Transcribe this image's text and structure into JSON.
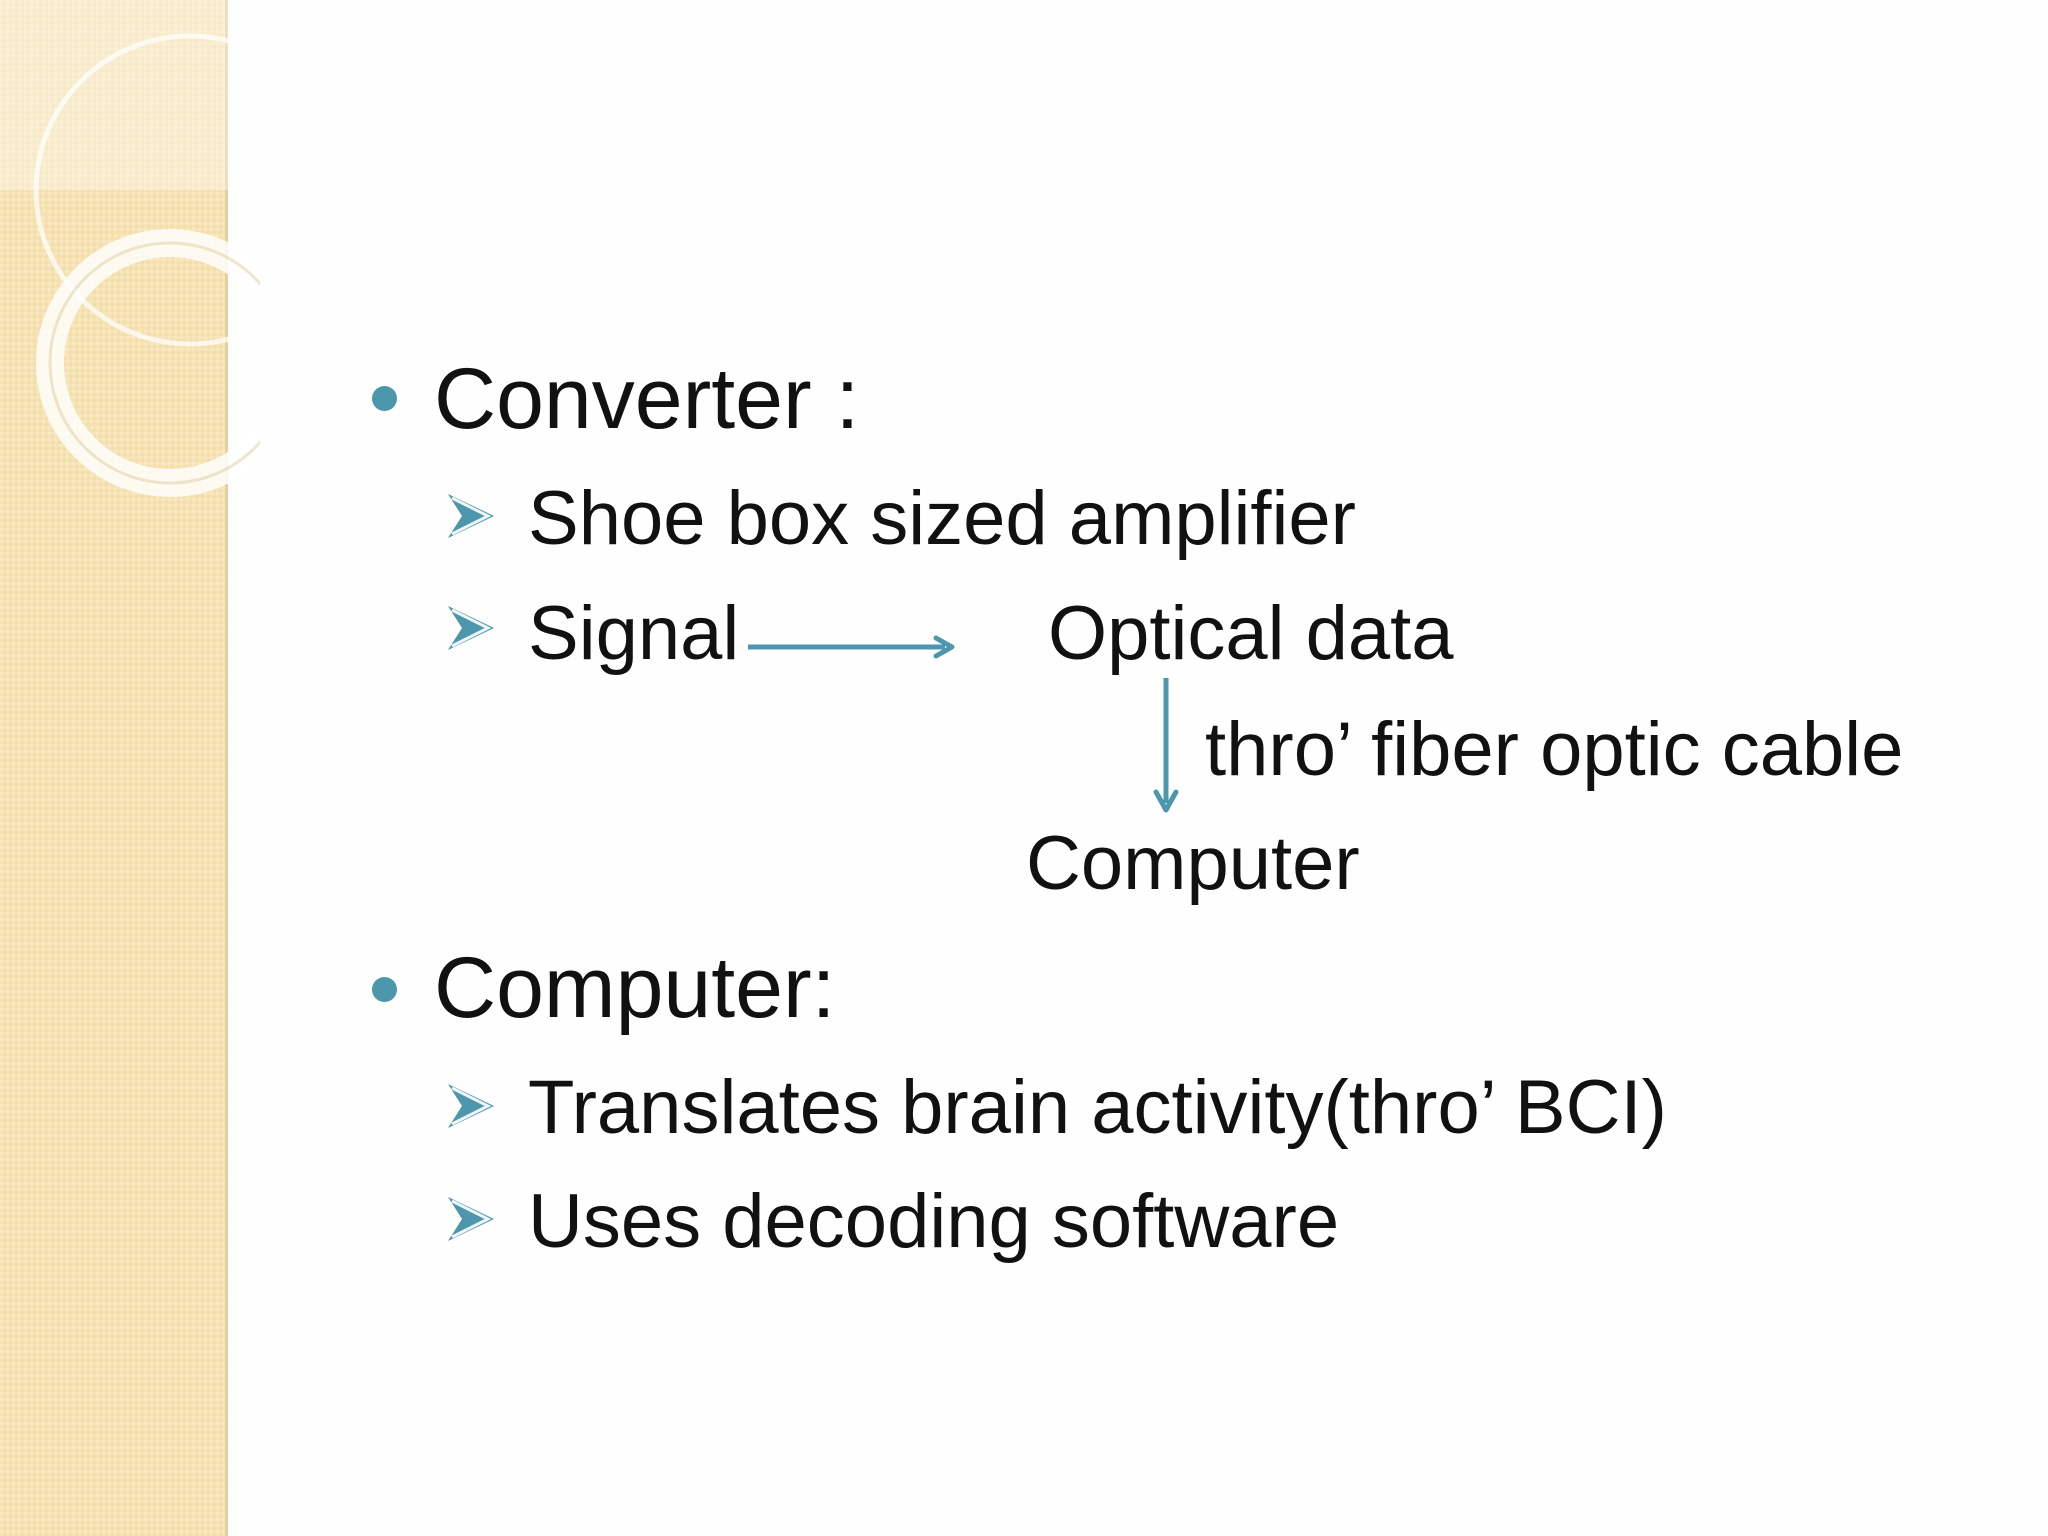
{
  "theme": {
    "accent": "#4d97ad",
    "band": "#f3dea8",
    "text": "#111111"
  },
  "slide": {
    "converter_heading": "Converter :",
    "converter_items": [
      "Shoe box sized amplifier",
      "Signal"
    ],
    "flow": {
      "optical_data": "Optical data",
      "cable_note": "thro’ fiber optic cable",
      "destination": "Computer"
    },
    "computer_heading": "Computer:",
    "computer_items": [
      "Translates brain activity(thro’ BCI)",
      "Uses decoding software"
    ],
    "bullet_icon": "round-bullet-icon",
    "sub_bullet_icon": "arrowhead-bullet-icon"
  }
}
